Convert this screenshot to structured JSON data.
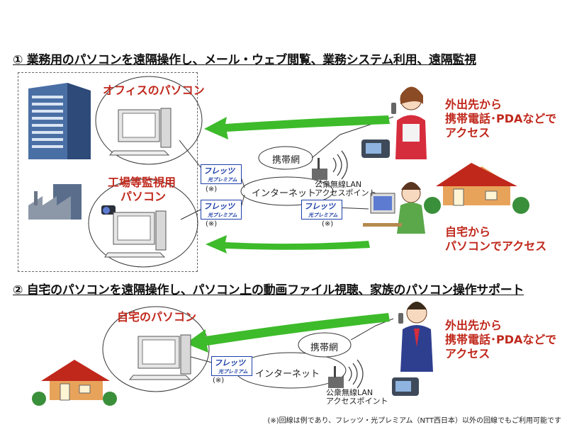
{
  "section1": {
    "heading": "① 業務用のパソコンを遠隔操作し、メール・ウェブ閲覧、業務システム利用、遠隔監視",
    "office_pc_label": "オフィスのパソコン",
    "factory_pc_label_1": "工場等監視用",
    "factory_pc_label_2": "パソコン",
    "mobile_label_1": "外出先から",
    "mobile_label_2": "携帯電話･PDAなどで",
    "mobile_label_3": "アクセス",
    "home_label_1": "自宅から",
    "home_label_2": "パソコンでアクセス",
    "cell_network": "携帯網",
    "internet": "インターネット",
    "wlan_1": "公衆無線LAN",
    "wlan_2": "アクセスポイント",
    "asterisk": "(※)"
  },
  "section2": {
    "heading": "② 自宅のパソコンを遠隔操作し、パソコン上の動画ファイル視聴、家族のパソコン操作サポート",
    "home_pc_label": "自宅のパソコン",
    "mobile_label_1": "外出先から",
    "mobile_label_2": "携帯電話･PDAなどで",
    "mobile_label_3": "アクセス",
    "cell_network": "携帯網",
    "internet": "インターネット",
    "wlan_1": "公衆無線LAN",
    "wlan_2": "アクセスポイント",
    "asterisk": "(※)"
  },
  "logo": {
    "main": "フレッツ",
    "sub": "光プレミアム"
  },
  "footnote": "(※)回線は例であり、フレッツ・光プレミアム（NTT西日本）以外の回線でもご利用可能です",
  "colors": {
    "arrow": "#3dbb2a",
    "label_red": "#c0281c",
    "logo_blue": "#1d3fa8"
  },
  "icons": [
    "office-building-icon",
    "factory-icon",
    "security-camera-icon",
    "desktop-pc-icon",
    "woman-with-phone-icon",
    "man-at-computer-icon",
    "man-with-phone-icon",
    "house-icon",
    "pda-icon",
    "wireless-router-icon"
  ]
}
